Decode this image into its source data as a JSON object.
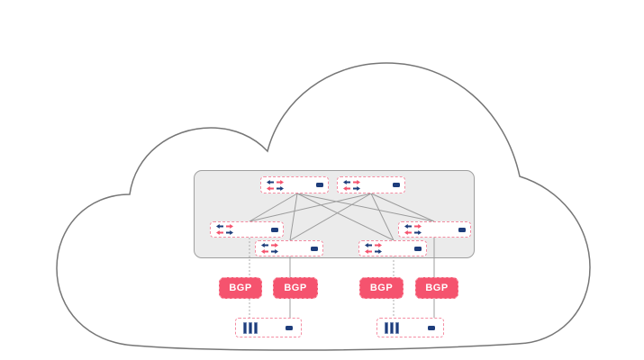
{
  "theme": {
    "canvas_bg": "#ffffff",
    "accent_pink": "#f5536e",
    "device_border_pink": "#f48da2",
    "navy": "#1e3d7b",
    "line_gray": "#9c9c9c",
    "cloud_stroke": "#767676",
    "panel_fill": "#ebebeb",
    "panel_stroke": "#9f9f9f"
  },
  "cloud": {
    "icon": "cloud-outline"
  },
  "fabric": {
    "panel": "fabric-panel",
    "spine_switches": [
      {
        "icon": "switch-icon"
      },
      {
        "icon": "switch-icon"
      }
    ],
    "leaf_switches": [
      {
        "icon": "switch-icon"
      },
      {
        "icon": "switch-icon"
      },
      {
        "icon": "switch-icon"
      },
      {
        "icon": "switch-icon"
      }
    ],
    "spine_leaf_link_count": 8
  },
  "bgp_sessions": {
    "labels": [
      "BGP",
      "BGP",
      "BGP",
      "BGP"
    ]
  },
  "servers": [
    {
      "icon": "server-icon"
    },
    {
      "icon": "server-icon"
    }
  ]
}
